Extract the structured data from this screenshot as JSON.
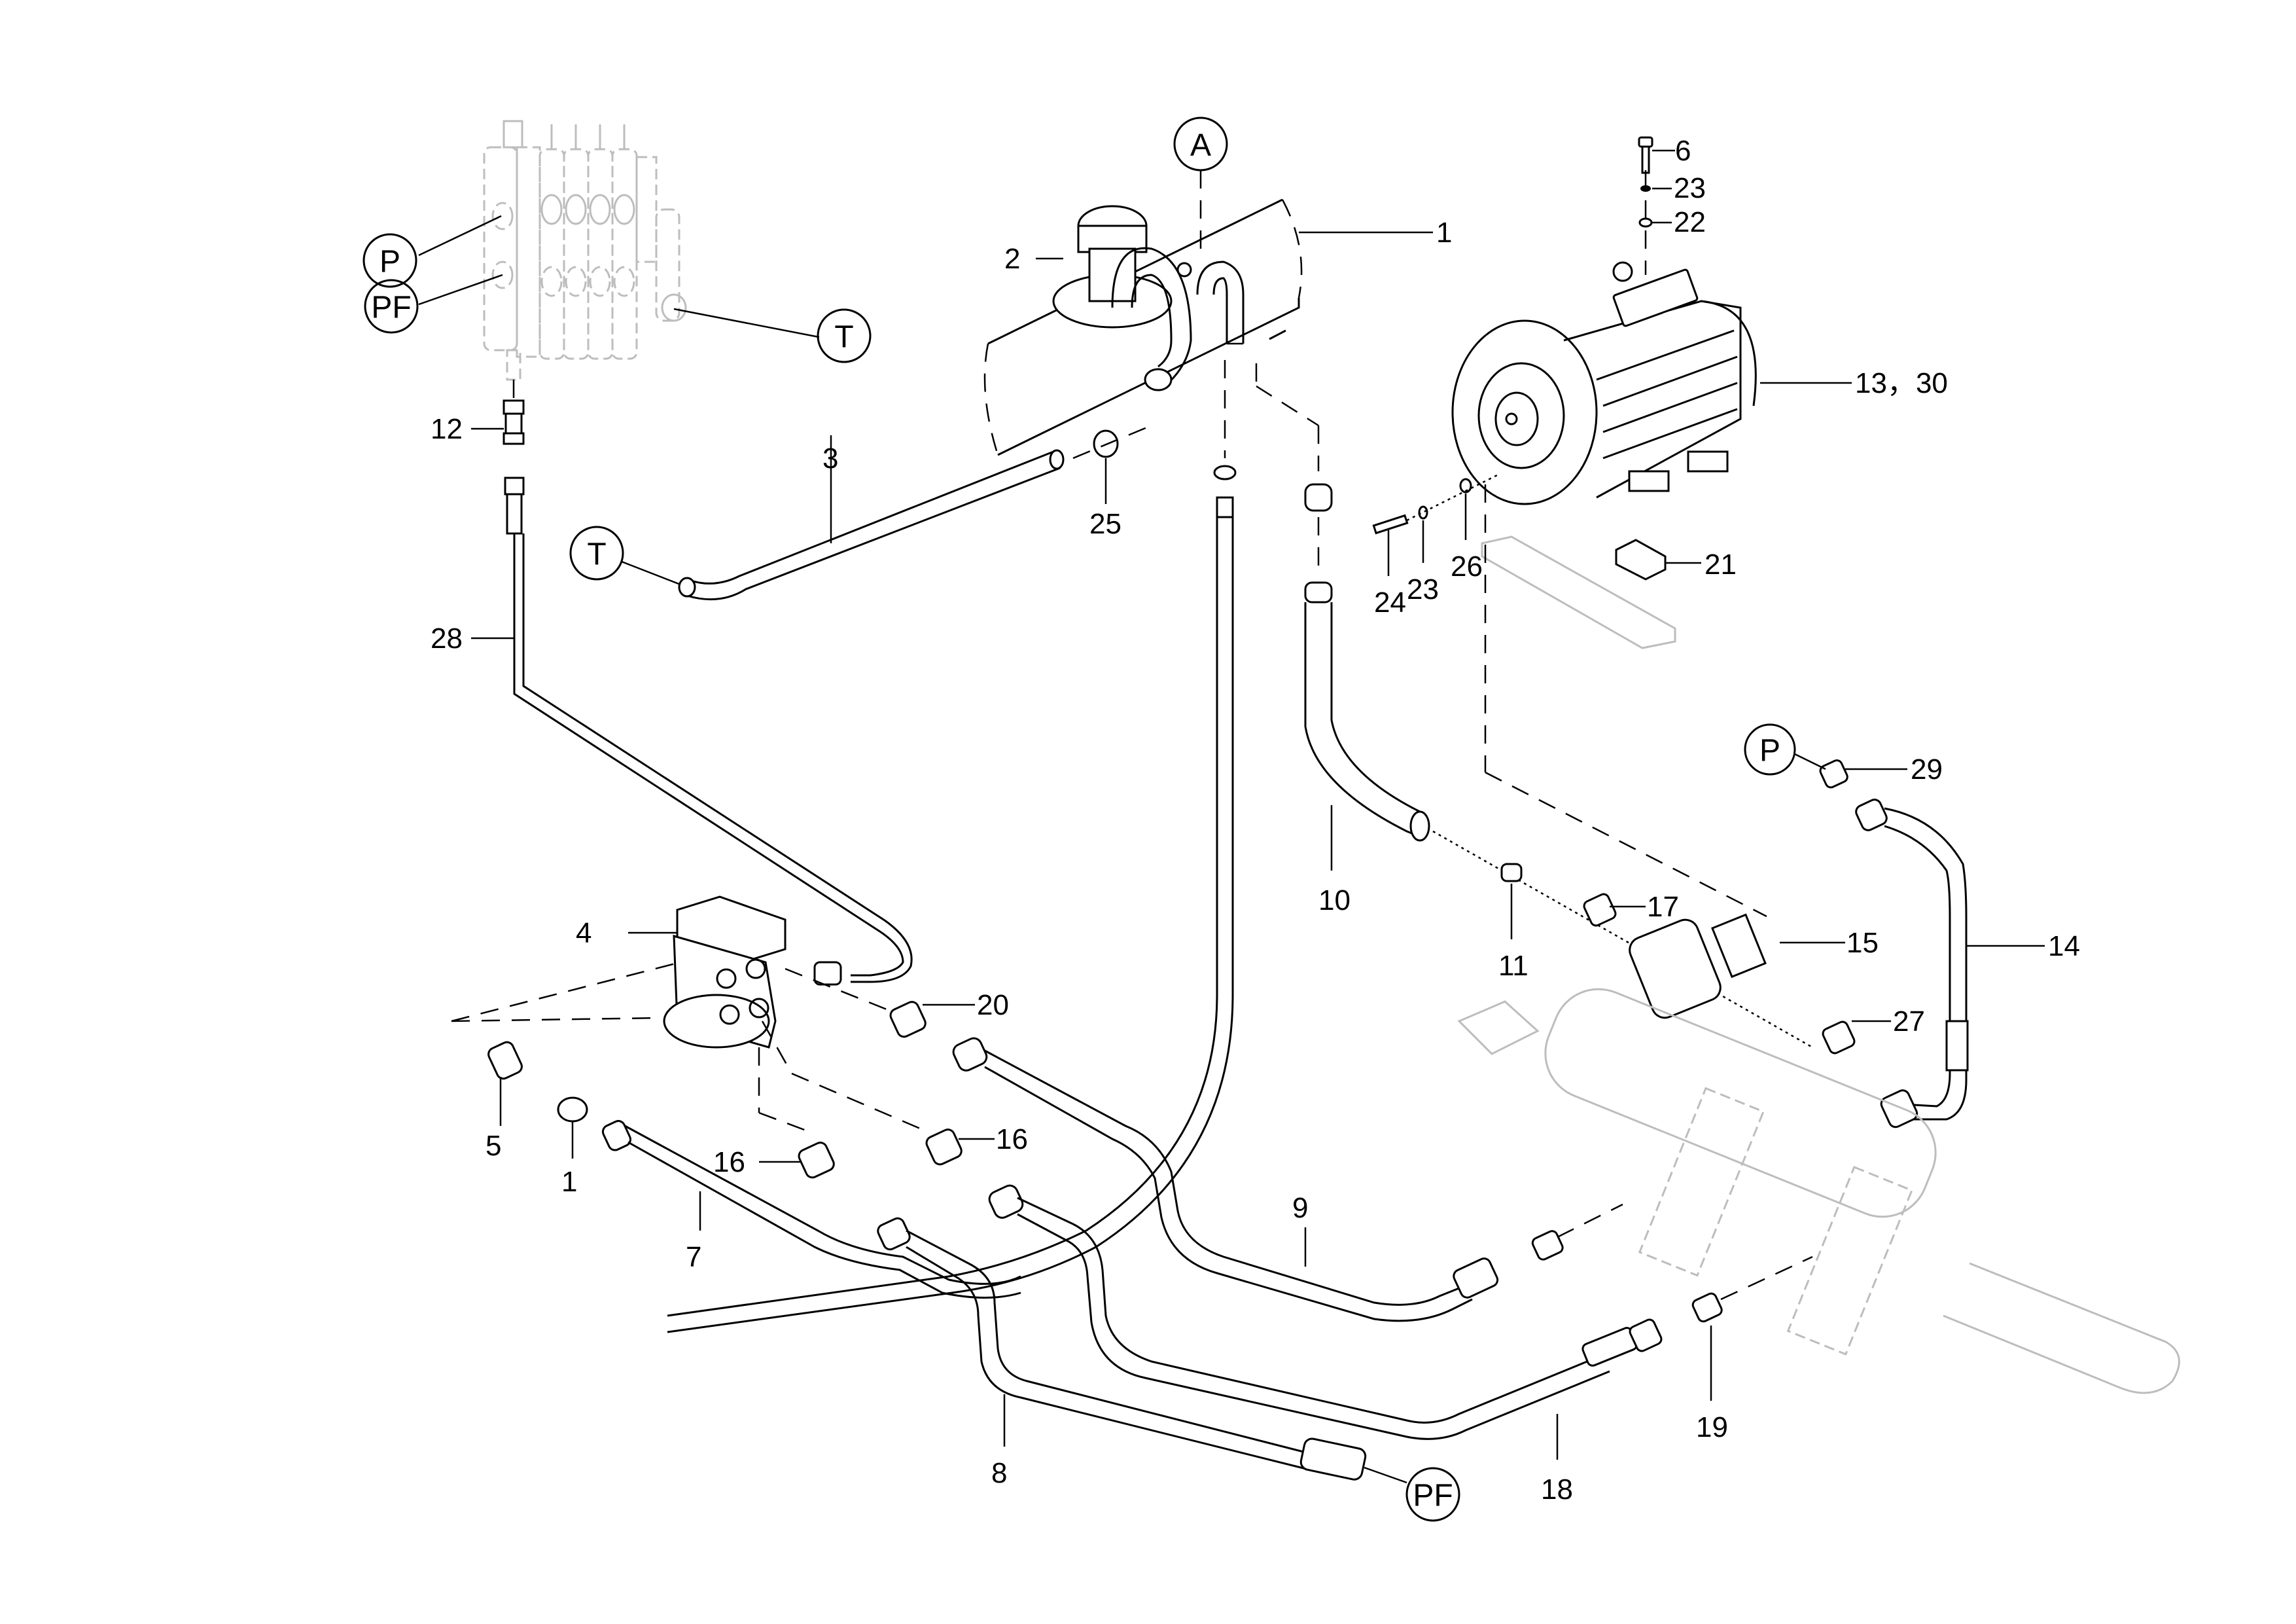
{
  "diagram": {
    "title": "Hydraulic steering and pump motor assembly — exploded parts view",
    "port_callouts": [
      {
        "id": "P-valve",
        "text": "P"
      },
      {
        "id": "PF-valve",
        "text": "PF"
      },
      {
        "id": "T-valve",
        "text": "T"
      },
      {
        "id": "A-tank",
        "text": "A"
      },
      {
        "id": "T-hose3",
        "text": "T"
      },
      {
        "id": "P-hose29",
        "text": "P"
      },
      {
        "id": "PF-hose8",
        "text": "PF"
      }
    ],
    "part_labels": [
      {
        "id": "p1-tank",
        "text": "1"
      },
      {
        "id": "p2",
        "text": "2"
      },
      {
        "id": "p3",
        "text": "3"
      },
      {
        "id": "p4",
        "text": "4"
      },
      {
        "id": "p5",
        "text": "5"
      },
      {
        "id": "p1-fitting",
        "text": "1"
      },
      {
        "id": "p6",
        "text": "6"
      },
      {
        "id": "p7",
        "text": "7"
      },
      {
        "id": "p8",
        "text": "8"
      },
      {
        "id": "p9",
        "text": "9"
      },
      {
        "id": "p10",
        "text": "10"
      },
      {
        "id": "p11",
        "text": "11"
      },
      {
        "id": "p12",
        "text": "12"
      },
      {
        "id": "p13-30",
        "text": "13，30"
      },
      {
        "id": "p14",
        "text": "14"
      },
      {
        "id": "p15",
        "text": "15"
      },
      {
        "id": "p16a",
        "text": "16"
      },
      {
        "id": "p16b",
        "text": "16"
      },
      {
        "id": "p17",
        "text": "17"
      },
      {
        "id": "p18",
        "text": "18"
      },
      {
        "id": "p19",
        "text": "19"
      },
      {
        "id": "p20",
        "text": "20"
      },
      {
        "id": "p21",
        "text": "21"
      },
      {
        "id": "p22",
        "text": "22"
      },
      {
        "id": "p23-top",
        "text": "23"
      },
      {
        "id": "p23-side",
        "text": "23"
      },
      {
        "id": "p24",
        "text": "24"
      },
      {
        "id": "p25",
        "text": "25"
      },
      {
        "id": "p26",
        "text": "26"
      },
      {
        "id": "p27",
        "text": "27"
      },
      {
        "id": "p28",
        "text": "28"
      },
      {
        "id": "p29",
        "text": "29"
      }
    ]
  }
}
